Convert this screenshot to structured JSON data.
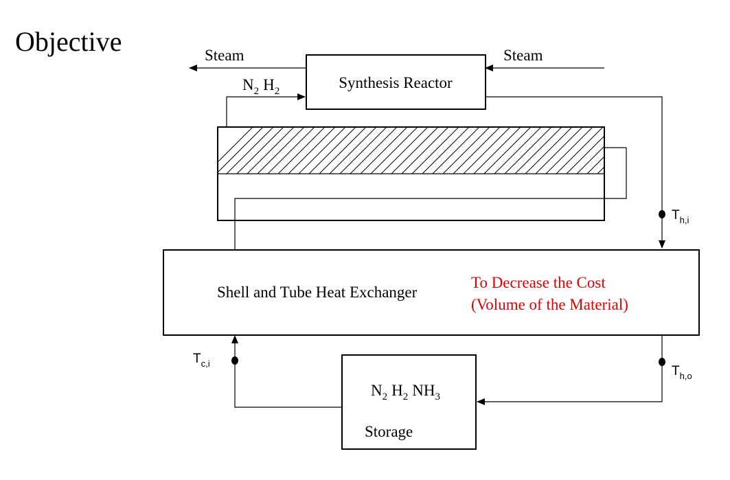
{
  "title": "Objective",
  "reactor": {
    "label": "Synthesis Reactor"
  },
  "steam_out": {
    "label": "Steam"
  },
  "steam_in": {
    "label": "Steam"
  },
  "feed": {
    "n": "N",
    "n_sub": "2",
    "h": "H",
    "h_sub": "2"
  },
  "exchanger": {
    "label": "Shell and Tube Heat Exchanger"
  },
  "objective_note": {
    "line1": "To Decrease the Cost",
    "line2": "(Volume of the Material)"
  },
  "storage": {
    "n": "N",
    "n_sub": "2",
    "h": "H",
    "h_sub": "2",
    "nh": "NH",
    "nh_sub": "3",
    "label": "Storage"
  },
  "temps": {
    "t_hi": {
      "t": "T",
      "sub": "h,i"
    },
    "t_ho": {
      "t": "T",
      "sub": "h,o"
    },
    "t_ci": {
      "t": "T",
      "sub": "c,i"
    }
  },
  "colors": {
    "line": "#000000",
    "accent": "#e00000",
    "background": "#ffffff"
  }
}
